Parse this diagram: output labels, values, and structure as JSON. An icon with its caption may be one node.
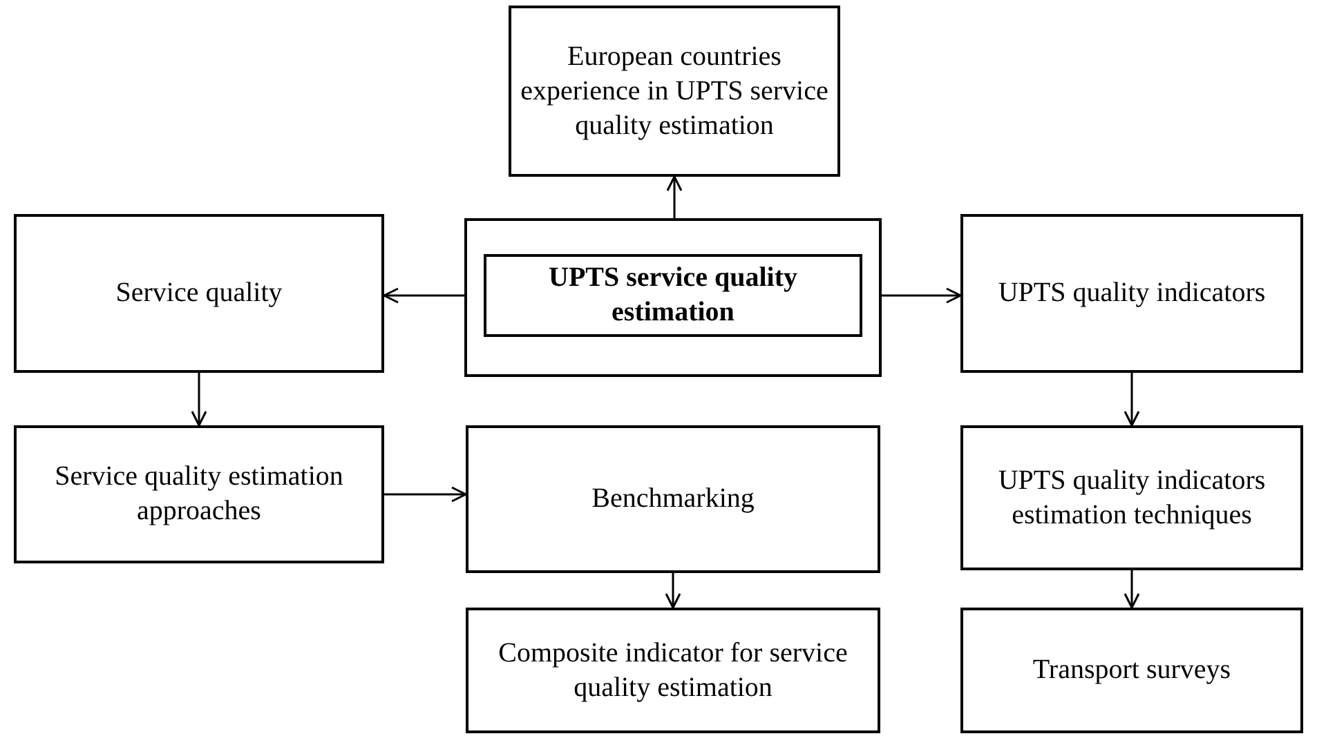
{
  "diagram": {
    "nodes": [
      {
        "text": [],
        "shape": "box"
      },
      {
        "text": [
          "UPTS service quality estimation"
        ],
        "in": 0
      },
      {
        "text": [
          "European countries experience in UPTS service quality estimation"
        ]
      },
      {
        "text": [
          "Service quality"
        ]
      },
      {
        "text": [
          "UPTS quality indicators"
        ]
      },
      {
        "text": [
          "Service quality estimation approaches"
        ]
      },
      {
        "text": [
          "Benchmarking"
        ]
      },
      {
        "text": [
          "UPTS quality indicators estimation techniques"
        ]
      },
      {
        "text": [
          "Composite indicator for service quality estimation"
        ]
      },
      {
        "text": [
          "Transport surveys"
        ]
      }
    ],
    "edges": [
      {
        "from": 0,
        "to": 2,
        "arrow": "to"
      },
      {
        "from": 0,
        "to": 3,
        "arrow": "to"
      },
      {
        "from": 0,
        "to": 4,
        "arrow": "to"
      },
      {
        "from": 3,
        "to": 5,
        "arrow": "to"
      },
      {
        "from": 5,
        "to": 6,
        "arrow": "to"
      },
      {
        "from": 4,
        "to": 7,
        "arrow": "to"
      },
      {
        "from": 6,
        "to": 8,
        "arrow": "to"
      },
      {
        "from": 7,
        "to": 9,
        "arrow": "to"
      }
    ]
  }
}
